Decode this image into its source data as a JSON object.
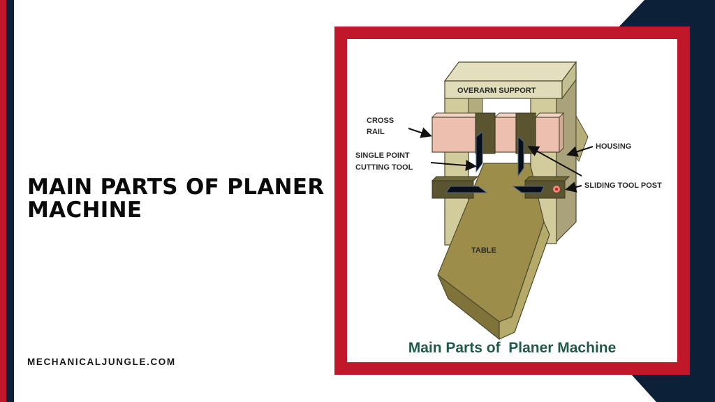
{
  "headline": "MAIN PARTS OF PLANER MACHINE",
  "site_url": "MECHANICALJUNGLE.COM",
  "colors": {
    "accent_red": "#c0182a",
    "navy": "#0c2138",
    "caption_green": "#1f5a46",
    "housing_khaki": "#cfc99a",
    "cross_rail_pink": "#ecbfae",
    "table_olive": "#9c8e4a",
    "tool_post_dark": "#5a5430"
  },
  "diagram": {
    "caption": "Main Parts of  Planer Machine",
    "labels": {
      "overarm_support": "OVERARM SUPPORT",
      "cross_rail_line1": "CROSS",
      "cross_rail_line2": "RAIL",
      "single_point_line1": "SINGLE POINT",
      "single_point_line2": "CUTTING TOOL",
      "housing": "HOUSING",
      "sliding_tool_post": "SLIDING TOOL POST",
      "table": "TABLE"
    }
  }
}
